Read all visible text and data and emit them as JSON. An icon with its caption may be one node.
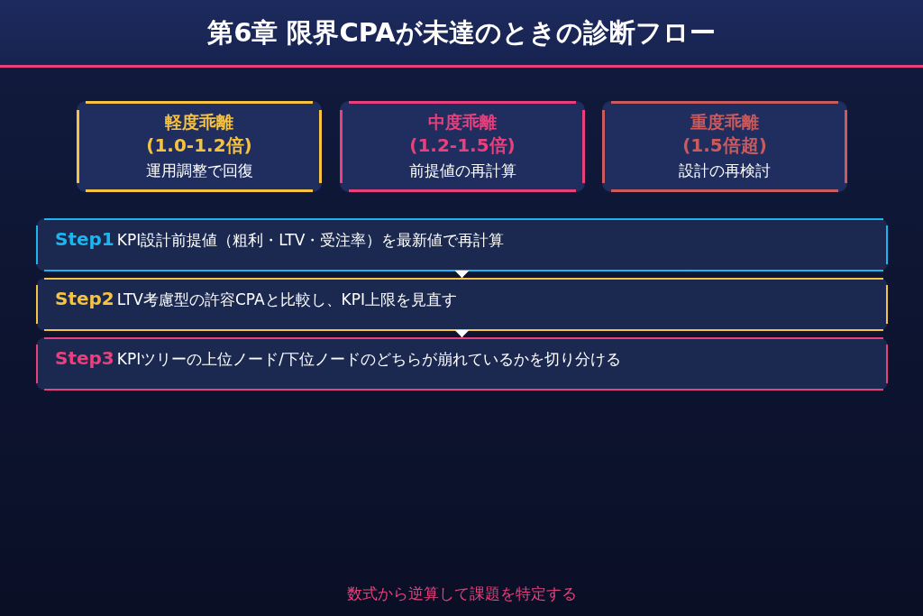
{
  "diagram": {
    "title": "第6章 限界CPAが未達のときの診断フロー",
    "nodes": [
      {
        "text": [
          "軽度乖離",
          "(1.0-1.2倍)",
          "運用調整で回復"
        ]
      },
      {
        "text": [
          "中度乖離",
          "(1.2-1.5倍)",
          "前提値の再計算"
        ]
      },
      {
        "text": [
          "重度乖離",
          "(1.5倍超)",
          "設計の再検討"
        ]
      },
      {
        "text": [
          "Step1",
          "KPI設計前提値（粗利・LTV・受注率）を最新値で再計算"
        ]
      },
      {
        "text": [
          "Step2",
          "LTV考慮型の許容CPAと比較し、KPI上限を見直す"
        ]
      },
      {
        "text": [
          "Step3",
          "KPIツリーの上位ノード/下位ノードのどちらが崩れているかを切り分ける"
        ]
      }
    ],
    "edges": [
      {
        "from": 3,
        "to": 4,
        "arrow": "to"
      },
      {
        "from": 4,
        "to": 5,
        "arrow": "to"
      }
    ],
    "labels": [
      "数式から逆算して課題を特定する"
    ]
  }
}
